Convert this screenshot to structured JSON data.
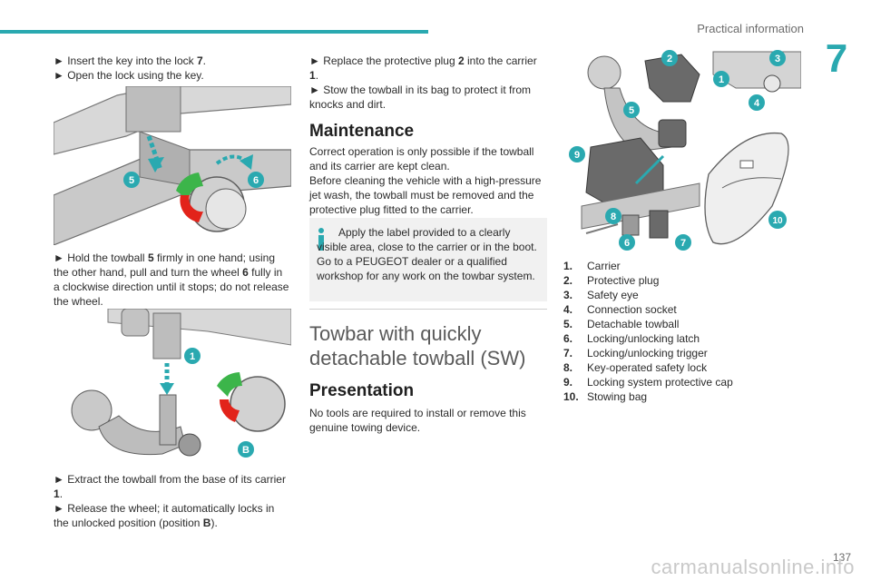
{
  "header": {
    "section": "Practical information",
    "chapter": "7",
    "page": "137"
  },
  "col1": {
    "step1": "► Insert the key into the lock ",
    "step1_ref": "7",
    "step2": "► Open the lock using the key.",
    "step3a": "► Hold the towball ",
    "step3_ref": "5",
    "step3b": " firmly in one hand; using the other hand, pull and turn the wheel ",
    "step3_ref2": "6",
    "step3c": " fully in a clockwise direction until it stops; do not release the wheel.",
    "step4a": "► Extract the towball from the base of its carrier ",
    "step4_ref": "1",
    "step5a": "► Release the wheel; it automatically locks in the unlocked position (position ",
    "step5_ref": "B",
    "step5b": ")."
  },
  "col2": {
    "step1a": "► Replace the protective plug ",
    "step1_ref": "2",
    "step1b": " into the carrier ",
    "step1_ref2": "1",
    "step2": "► Stow the towball in its bag to protect it from knocks and dirt.",
    "maintenance_title": "Maintenance",
    "maint_p1": "Correct operation is only possible if the towball and its carrier are kept clean.",
    "maint_p2": "Before cleaning the vehicle with a high-pressure jet wash, the towball must be removed and the protective plug fitted to the carrier.",
    "info_p1": "Apply the label provided to a clearly visible area, close to the carrier or in the boot.",
    "info_p2": "Go to a PEUGEOT dealer or a qualified workshop for any work on the towbar system.",
    "towbar_title": "Towbar with quickly detachable towball (SW)",
    "presentation_title": "Presentation",
    "pres_p": "No tools are required to install or remove this genuine towing device."
  },
  "legend": [
    {
      "n": "1.",
      "t": "Carrier"
    },
    {
      "n": "2.",
      "t": "Protective plug"
    },
    {
      "n": "3.",
      "t": "Safety eye"
    },
    {
      "n": "4.",
      "t": "Connection socket"
    },
    {
      "n": "5.",
      "t": "Detachable towball"
    },
    {
      "n": "6.",
      "t": "Locking/unlocking latch"
    },
    {
      "n": "7.",
      "t": "Locking/unlocking trigger"
    },
    {
      "n": "8.",
      "t": "Key-operated safety lock"
    },
    {
      "n": "9.",
      "t": "Locking system protective cap"
    },
    {
      "n": "10.",
      "t": "Stowing bag"
    }
  ],
  "callouts": {
    "fig1": [
      "5",
      "6"
    ],
    "fig2": [
      "1",
      "B"
    ],
    "fig3": [
      "2",
      "3",
      "1",
      "4",
      "5",
      "9",
      "8",
      "6",
      "7",
      "10"
    ]
  },
  "colors": {
    "accent": "#2aa9b0",
    "green": "#3cb54a",
    "red": "#e2231a",
    "part": "#b5b5b5"
  },
  "watermark": "carmanualsonline.info"
}
